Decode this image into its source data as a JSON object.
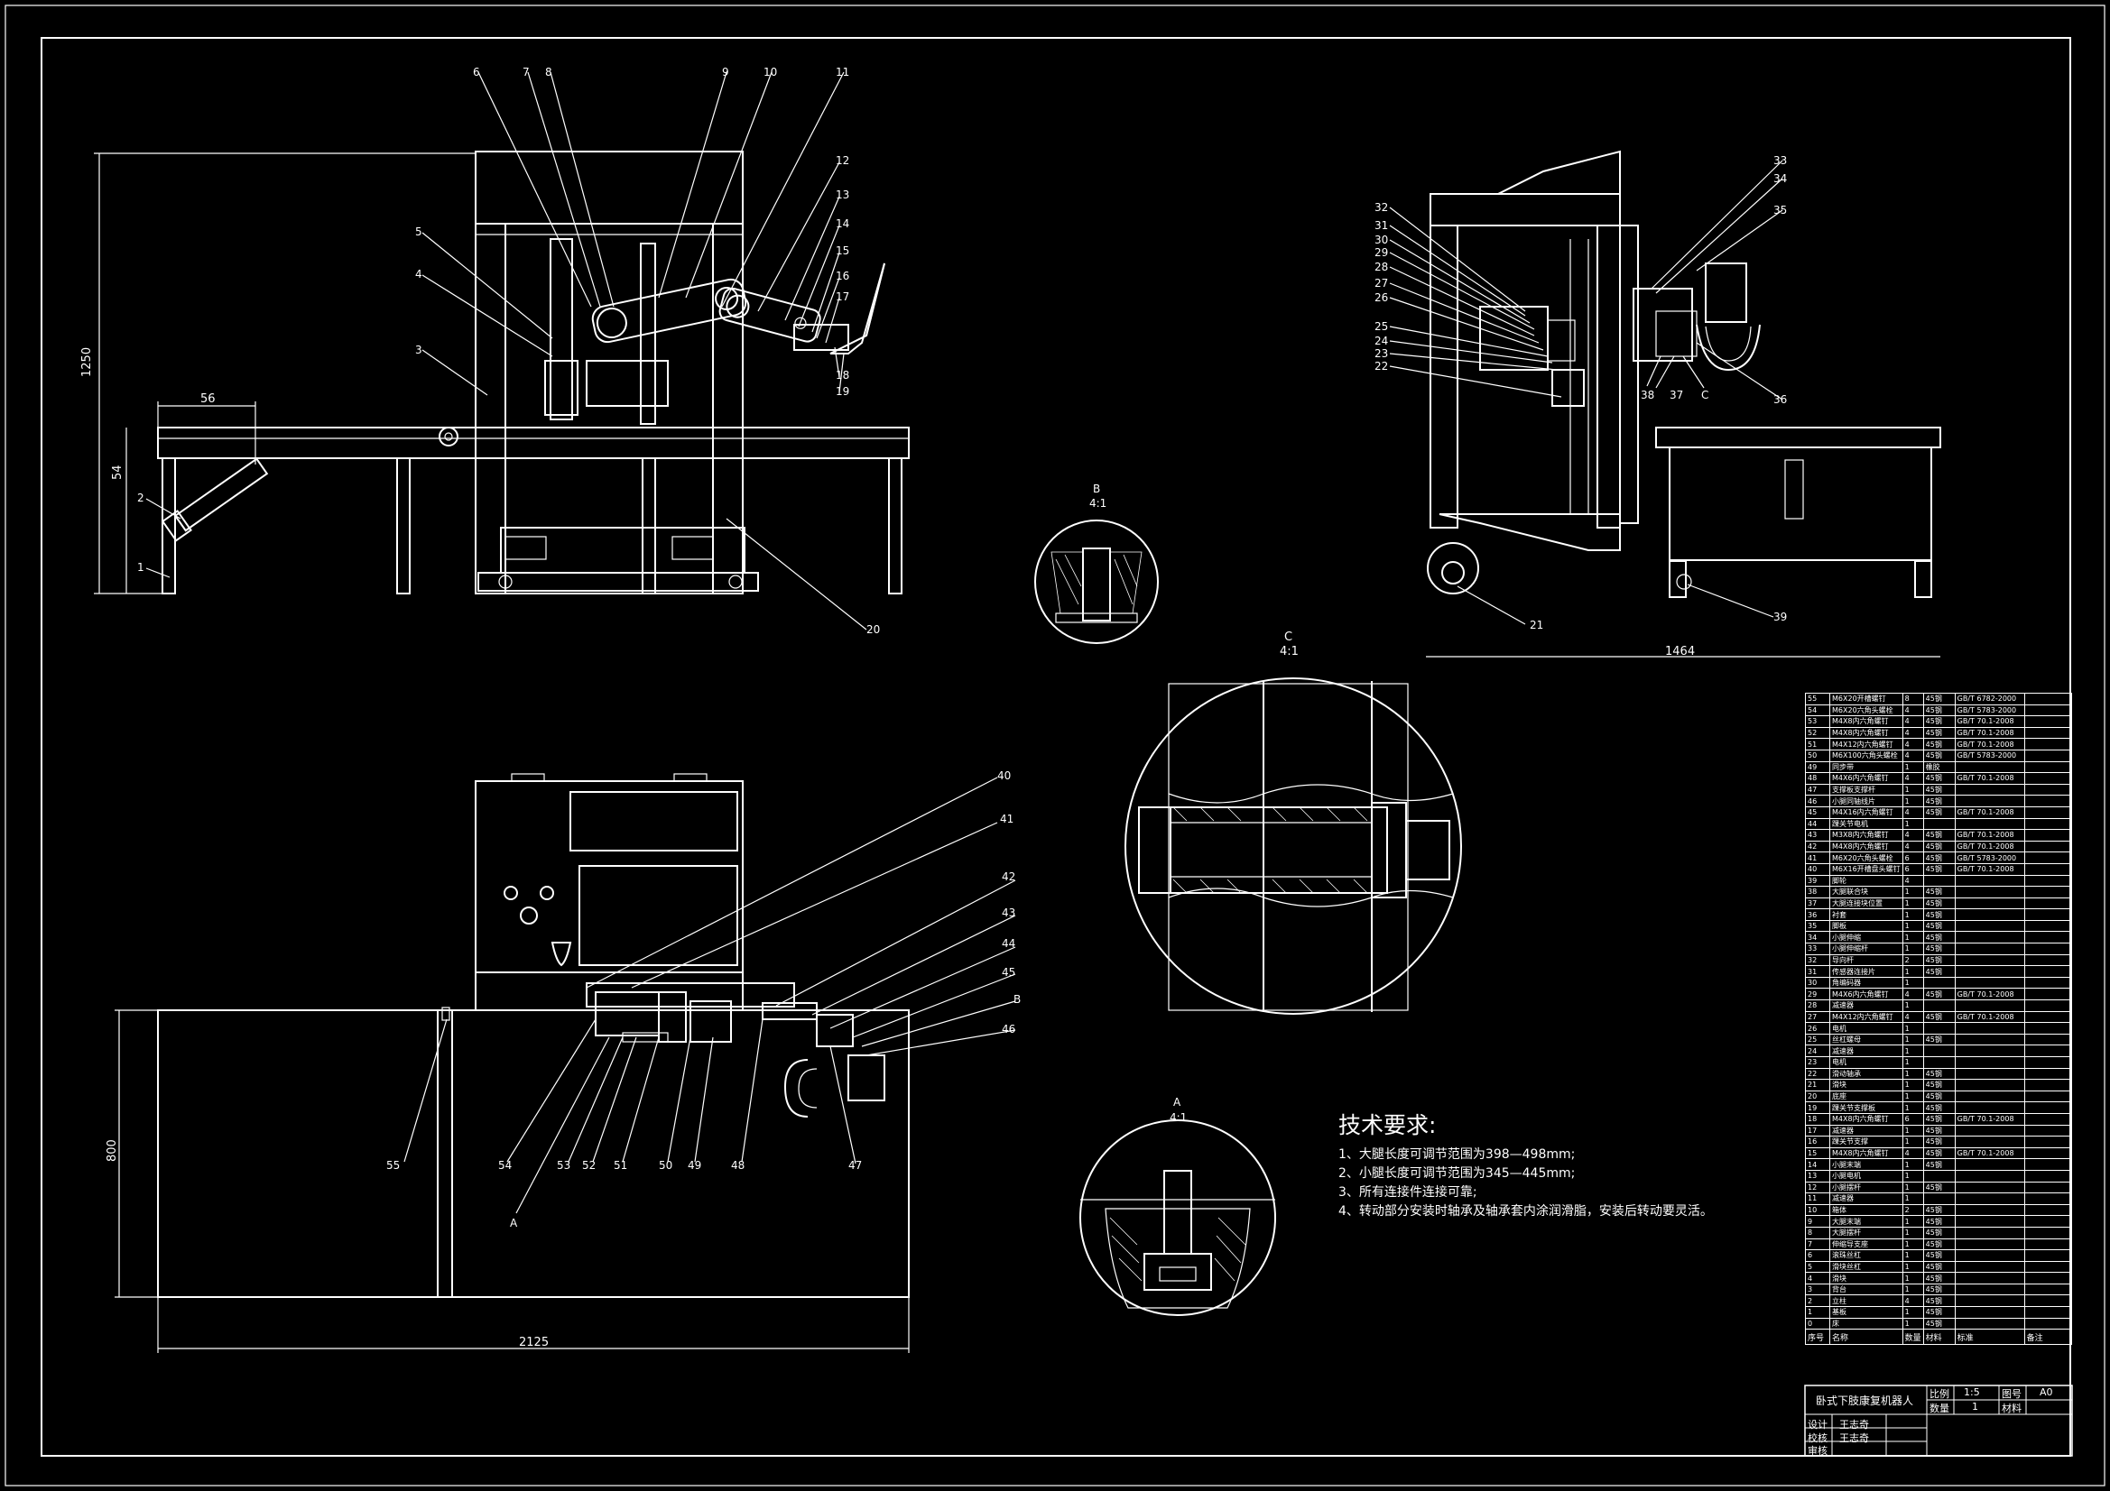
{
  "front_view": {
    "dim_height": "1250",
    "dim_width": "56",
    "dim_small": "54",
    "callouts": [
      "1",
      "2",
      "3",
      "4",
      "5",
      "6",
      "7",
      "8",
      "9",
      "10",
      "11",
      "12",
      "13",
      "14",
      "15",
      "16",
      "17",
      "18",
      "19",
      "20"
    ]
  },
  "side_view": {
    "dim_width": "1464",
    "callouts": [
      "21",
      "22",
      "23",
      "24",
      "25",
      "26",
      "27",
      "28",
      "29",
      "30",
      "31",
      "32",
      "33",
      "34",
      "35",
      "36",
      "37",
      "38",
      "39",
      "C"
    ]
  },
  "top_view": {
    "dim_width": "2125",
    "dim_height": "800",
    "callouts": [
      "40",
      "41",
      "42",
      "43",
      "44",
      "45",
      "B",
      "46",
      "47",
      "48",
      "49",
      "50",
      "51",
      "52",
      "53",
      "54",
      "55",
      "A"
    ]
  },
  "details": {
    "b": {
      "label": "B",
      "scale": "4:1"
    },
    "c": {
      "label": "C",
      "scale": "4:1"
    },
    "a": {
      "label": "A",
      "scale": "4:1"
    }
  },
  "tech_requirements": {
    "title": "技术要求:",
    "items": [
      "1、大腿长度可调节范围为398—498mm;",
      "2、小腿长度可调节范围为345—445mm;",
      "3、所有连接件连接可靠;",
      "4、转动部分安装时轴承及轴承套内涂润滑脂，安装后转动要灵活。"
    ]
  },
  "bom": {
    "rows": [
      [
        "55",
        "M6X20开槽螺钉",
        "8",
        "45钢",
        "GB/T 6782-2000"
      ],
      [
        "54",
        "M6X20六角头螺栓",
        "4",
        "45钢",
        "GB/T 5783-2000"
      ],
      [
        "53",
        "M4X8内六角螺钉",
        "4",
        "45钢",
        "GB/T 70.1-2008"
      ],
      [
        "52",
        "M4X8内六角螺钉",
        "4",
        "45钢",
        "GB/T 70.1-2008"
      ],
      [
        "51",
        "M4X12内六角螺钉",
        "4",
        "45钢",
        "GB/T 70.1-2008"
      ],
      [
        "50",
        "M6X100六角头螺栓",
        "4",
        "45钢",
        "GB/T 5783-2000"
      ],
      [
        "49",
        "同步带",
        "1",
        "橡胶",
        ""
      ],
      [
        "48",
        "M4X6内六角螺钉",
        "4",
        "45钢",
        "GB/T 70.1-2008"
      ],
      [
        "47",
        "支撑板支撑杆",
        "1",
        "45钢",
        ""
      ],
      [
        "46",
        "小腿同轴线片",
        "1",
        "45钢",
        ""
      ],
      [
        "45",
        "M4X16内六角螺钉",
        "4",
        "45钢",
        "GB/T 70.1-2008"
      ],
      [
        "44",
        "踝关节电机",
        "1",
        "",
        ""
      ],
      [
        "43",
        "M3X8内六角螺钉",
        "4",
        "45钢",
        "GB/T 70.1-2008"
      ],
      [
        "42",
        "M4X8内六角螺钉",
        "4",
        "45钢",
        "GB/T 70.1-2008"
      ],
      [
        "41",
        "M6X20六角头螺栓",
        "6",
        "45钢",
        "GB/T 5783-2000"
      ],
      [
        "40",
        "M6X16开槽盘头螺钉",
        "6",
        "45钢",
        "GB/T 70.1-2008"
      ],
      [
        "39",
        "脚轮",
        "4",
        "",
        ""
      ],
      [
        "38",
        "大腿联合块",
        "1",
        "45钢",
        ""
      ],
      [
        "37",
        "大腿连接块位置",
        "1",
        "45钢",
        ""
      ],
      [
        "36",
        "衬套",
        "1",
        "45钢",
        ""
      ],
      [
        "35",
        "脚板",
        "1",
        "45钢",
        ""
      ],
      [
        "34",
        "小腿伸缩",
        "1",
        "45钢",
        ""
      ],
      [
        "33",
        "小腿伸缩杆",
        "1",
        "45钢",
        ""
      ],
      [
        "32",
        "导向杆",
        "2",
        "45钢",
        ""
      ],
      [
        "31",
        "传感器连接片",
        "1",
        "45钢",
        ""
      ],
      [
        "30",
        "角编码器",
        "1",
        "",
        ""
      ],
      [
        "29",
        "M4X6内六角螺钉",
        "4",
        "45钢",
        "GB/T 70.1-2008"
      ],
      [
        "28",
        "减速器",
        "1",
        "",
        ""
      ],
      [
        "27",
        "M4X12内六角螺钉",
        "4",
        "45钢",
        "GB/T 70.1-2008"
      ],
      [
        "26",
        "电机",
        "1",
        "",
        ""
      ],
      [
        "25",
        "丝杠螺母",
        "1",
        "45钢",
        ""
      ],
      [
        "24",
        "减速器",
        "1",
        "",
        ""
      ],
      [
        "23",
        "电机",
        "1",
        "",
        ""
      ],
      [
        "22",
        "滑动轴承",
        "1",
        "45钢",
        ""
      ],
      [
        "21",
        "滑块",
        "1",
        "45钢",
        ""
      ],
      [
        "20",
        "底座",
        "1",
        "45钢",
        ""
      ],
      [
        "19",
        "踝关节支撑板",
        "1",
        "45钢",
        ""
      ],
      [
        "18",
        "M4X8内六角螺钉",
        "6",
        "45钢",
        "GB/T 70.1-2008"
      ],
      [
        "17",
        "减速器",
        "1",
        "45钢",
        ""
      ],
      [
        "16",
        "踝关节支撑",
        "1",
        "45钢",
        ""
      ],
      [
        "15",
        "M4X8内六角螺钉",
        "4",
        "45钢",
        "GB/T 70.1-2008"
      ],
      [
        "14",
        "小腿末端",
        "1",
        "45钢",
        ""
      ],
      [
        "13",
        "小腿电机",
        "1",
        "",
        ""
      ],
      [
        "12",
        "小腿摆杆",
        "1",
        "45钢",
        ""
      ],
      [
        "11",
        "减速器",
        "1",
        "",
        ""
      ],
      [
        "10",
        "箱体",
        "2",
        "45钢",
        ""
      ],
      [
        "9",
        "大腿末端",
        "1",
        "45钢",
        ""
      ],
      [
        "8",
        "大腿摆杆",
        "1",
        "45钢",
        ""
      ],
      [
        "7",
        "伸缩导支座",
        "1",
        "45钢",
        ""
      ],
      [
        "6",
        "滚珠丝杠",
        "1",
        "45钢",
        ""
      ],
      [
        "5",
        "滑块丝杠",
        "1",
        "45钢",
        ""
      ],
      [
        "4",
        "滑块",
        "1",
        "45钢",
        ""
      ],
      [
        "3",
        "背台",
        "1",
        "45钢",
        ""
      ],
      [
        "2",
        "立柱",
        "4",
        "45钢",
        ""
      ],
      [
        "1",
        "基板",
        "1",
        "45钢",
        ""
      ],
      [
        "0",
        "床",
        "1",
        "45钢",
        ""
      ]
    ],
    "header": [
      "序号",
      "名称",
      "数量",
      "材料",
      "标准",
      "备注"
    ]
  },
  "title_block": {
    "name": "卧式下肢康复机器人",
    "ratio_label": "比例",
    "ratio": "1:5",
    "qty_label": "数量",
    "qty": "1",
    "sheet_label": "图号",
    "sheet": "A0",
    "material_label": "材料",
    "design_label": "设计",
    "designer": "王志奇",
    "check_label": "校核",
    "checker": "王志奇",
    "review_label": "审核"
  }
}
